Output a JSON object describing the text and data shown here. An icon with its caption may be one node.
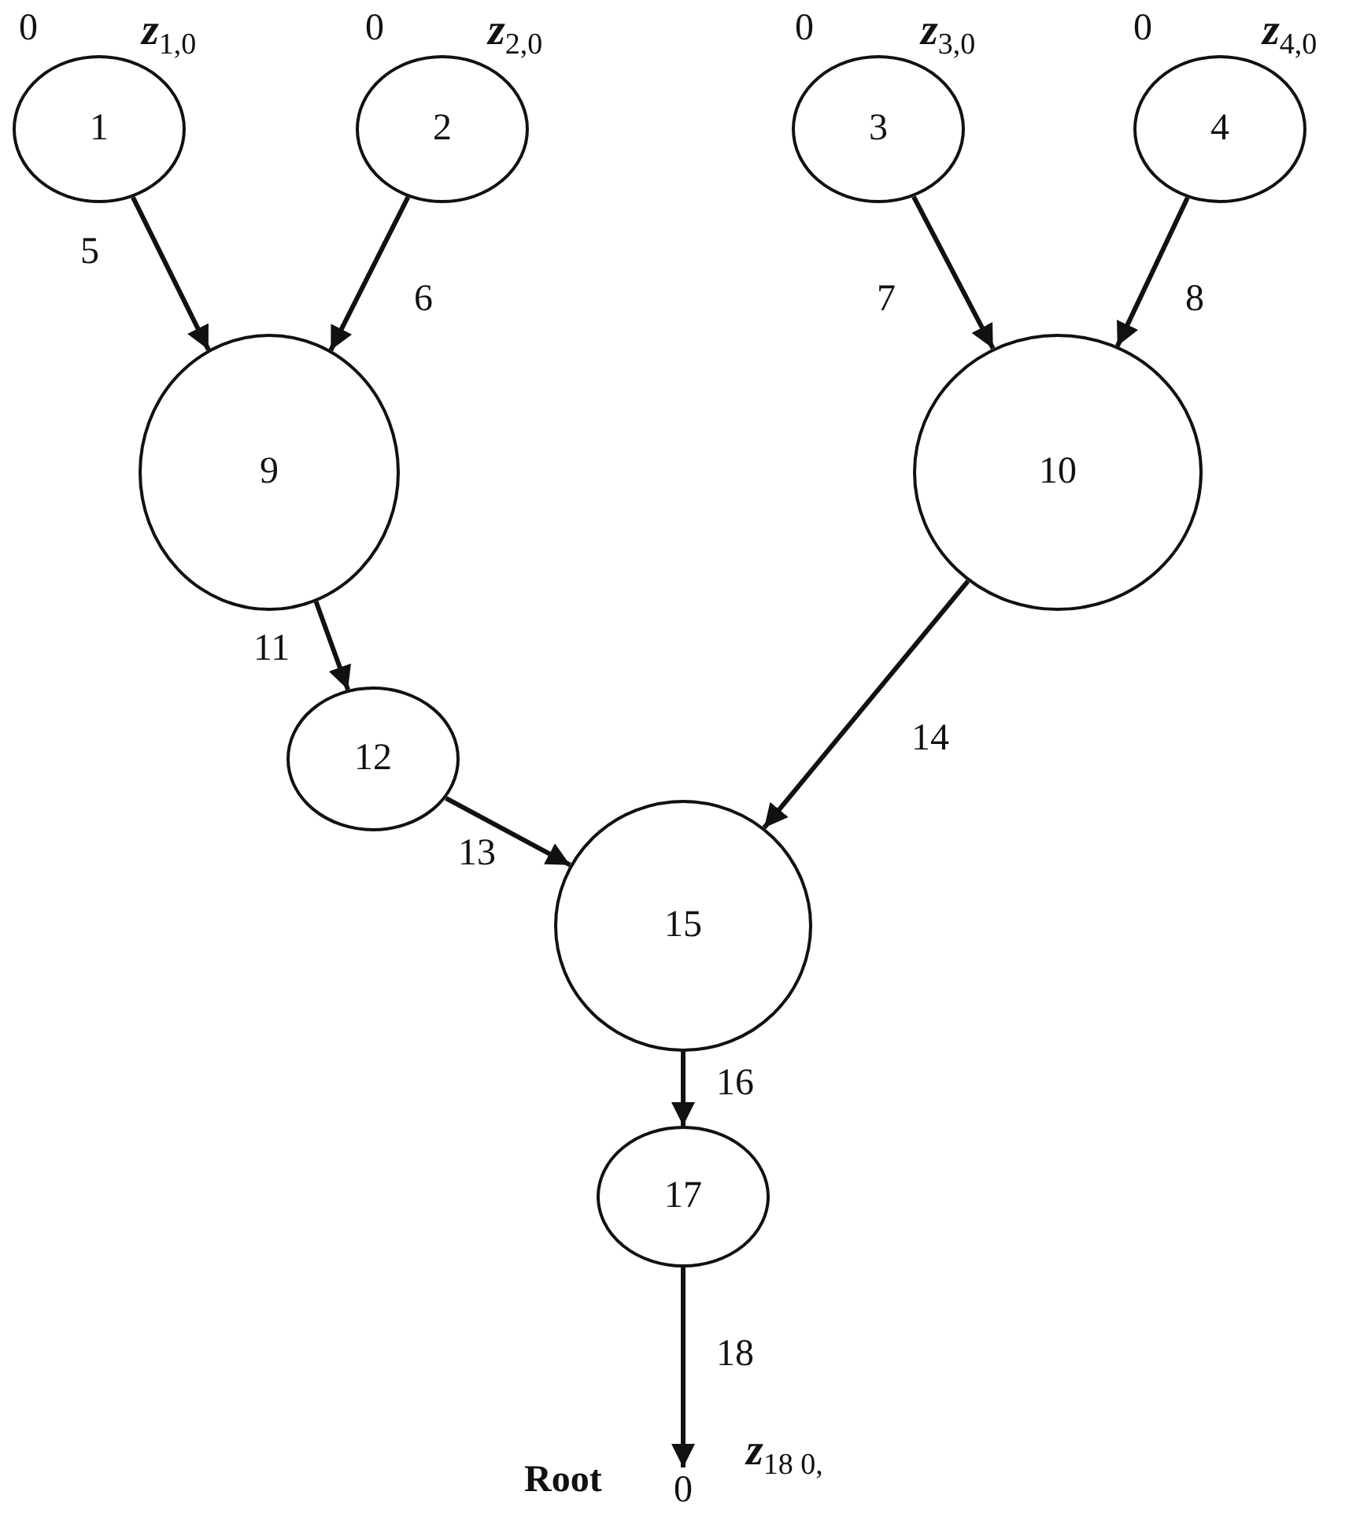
{
  "diagram": {
    "nodes": [
      {
        "text": [
          "1"
        ],
        "beside": [
          "0",
          "*z*$_{1,0}$"
        ]
      },
      {
        "text": [
          "2"
        ],
        "beside": [
          "0",
          "*z*$_{2,0}$"
        ]
      },
      {
        "text": [
          "3"
        ],
        "beside": [
          "0",
          "*z*$_{3,0}$"
        ]
      },
      {
        "text": [
          "4"
        ],
        "beside": [
          "0",
          "*z*$_{4,0}$"
        ]
      },
      {
        "text": [
          "9"
        ]
      },
      {
        "text": [
          "10"
        ]
      },
      {
        "text": [
          "12"
        ]
      },
      {
        "text": [
          "15"
        ]
      },
      {
        "text": [
          "17"
        ]
      },
      {
        "text": [
          "0"
        ]
      }
    ],
    "edges": [
      {
        "from": 0,
        "to": 4,
        "arrow": "to",
        "label": "5"
      },
      {
        "from": 1,
        "to": 4,
        "arrow": "to",
        "label": "6"
      },
      {
        "from": 2,
        "to": 5,
        "arrow": "to",
        "label": "7"
      },
      {
        "from": 3,
        "to": 5,
        "arrow": "to",
        "label": "8"
      },
      {
        "from": 4,
        "to": 6,
        "arrow": "to",
        "label": "11"
      },
      {
        "from": 6,
        "to": 7,
        "arrow": "to",
        "label": "13"
      },
      {
        "from": 5,
        "to": 7,
        "arrow": "to",
        "label": "14"
      },
      {
        "from": 7,
        "to": 8,
        "arrow": "to",
        "label": "16"
      },
      {
        "from": 8,
        "to": 9,
        "arrow": "to",
        "label": "18"
      }
    ],
    "labels": [
      "Root",
      "*z*$_{18 0,}$"
    ]
  }
}
